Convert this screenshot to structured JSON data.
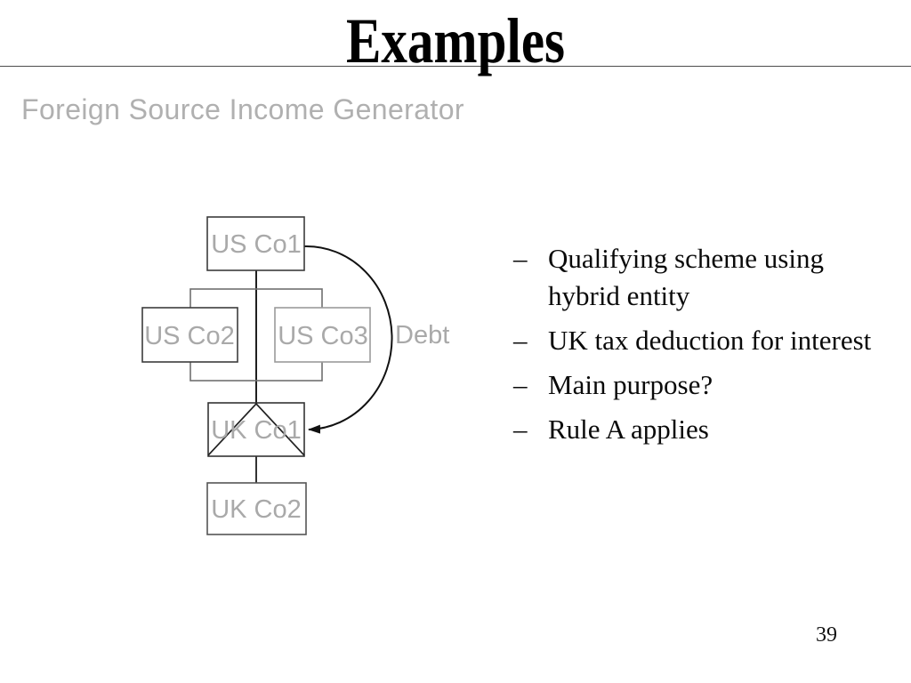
{
  "slide": {
    "title": "Examples",
    "subtitle": "Foreign Source Income Generator",
    "page_number": "39"
  },
  "diagram": {
    "boxes": [
      {
        "id": "us-co1",
        "label": "US Co1"
      },
      {
        "id": "us-co2",
        "label": "US Co2"
      },
      {
        "id": "us-co3",
        "label": "US Co3"
      },
      {
        "id": "uk-co1",
        "label": "UK Co1"
      },
      {
        "id": "uk-co2",
        "label": "UK Co2"
      }
    ],
    "arrow_label": "Debt",
    "colors": {
      "box_label_gray": "#a9a9a9",
      "border_dark": "#3c3c3c",
      "border_light": "#9b9b9b",
      "connector_gray": "#6f6f6f",
      "connector_dark": "#1f1f1f",
      "arc_black": "#111111"
    }
  },
  "bullets": {
    "marker": "–",
    "items": [
      {
        "lines": [
          "Qualifying scheme using",
          "hybrid entity"
        ]
      },
      {
        "lines": [
          "UK tax deduction for interest"
        ]
      },
      {
        "lines": [
          "Main purpose?"
        ]
      },
      {
        "lines": [
          "Rule A applies"
        ]
      }
    ]
  }
}
